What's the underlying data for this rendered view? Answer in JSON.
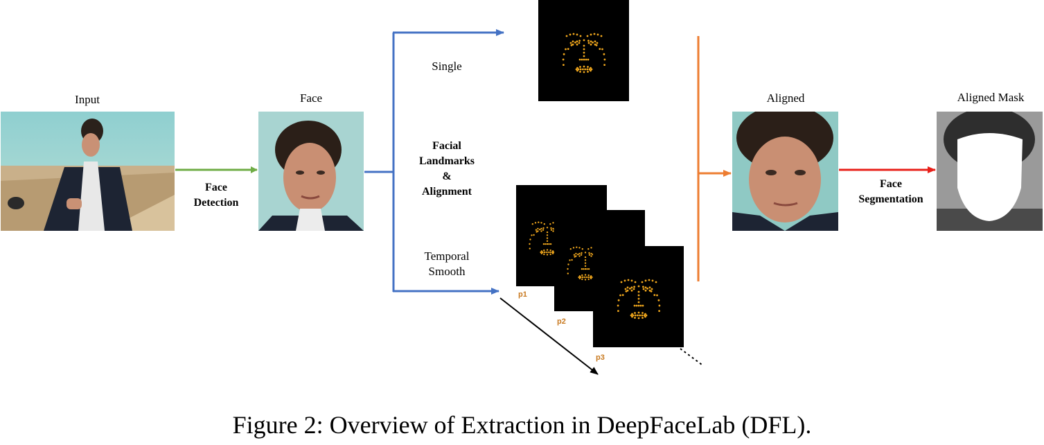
{
  "labels": {
    "input": "Input",
    "face": "Face",
    "aligned": "Aligned",
    "aligned_mask": "Aligned Mask",
    "face_detection": [
      "Face",
      "Detection"
    ],
    "face_segmentation": [
      "Face",
      "Segmentation"
    ],
    "single": "Single",
    "facial_landmarks_alignment": [
      "Facial",
      "Landmarks",
      "&",
      "Alignment"
    ],
    "temporal_smooth": [
      "Temporal",
      "Smooth"
    ],
    "p1": "p1",
    "p2": "p2",
    "p3": "p3"
  },
  "caption": "Figure 2: Overview of Extraction in DeepFaceLab (DFL).",
  "colors": {
    "detection_arrow": "#6fac46",
    "landmark_arrows": "#4472c4",
    "align_arrow": "#ed7d31",
    "segmentation_arrow": "#e8201a",
    "landmark_dots": "#f2a81d",
    "p_labels": "#c8791f"
  }
}
